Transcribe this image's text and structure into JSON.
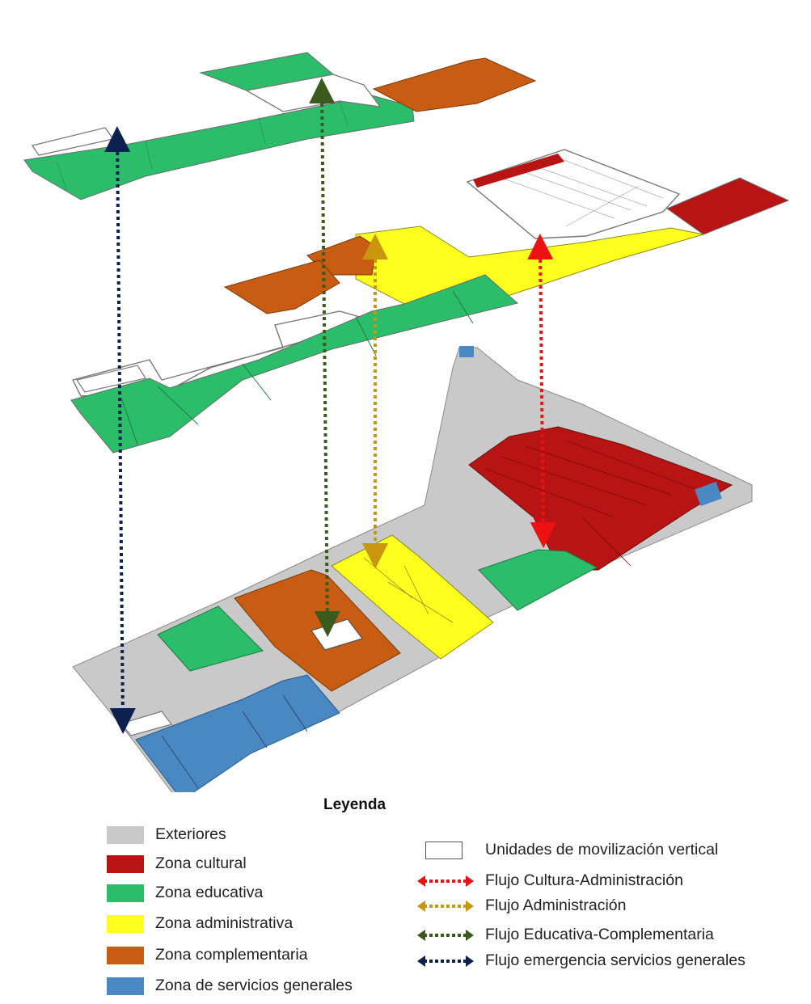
{
  "legend": {
    "title": "Leyenda",
    "zones": [
      {
        "label": "Exteriores",
        "color": "#c9c9c9"
      },
      {
        "label": "Zona cultural",
        "color": "#b81414"
      },
      {
        "label": "Zona educativa",
        "color": "#2bbd6a"
      },
      {
        "label": "Zona administrativa",
        "color": "#ffff1f"
      },
      {
        "label": "Zona complementaria",
        "color": "#c75c12"
      },
      {
        "label": "Zona de servicios generales",
        "color": "#4a88c4"
      }
    ],
    "vertical_units": {
      "label": "Unidades de movilización vertical"
    },
    "flows": [
      {
        "label": "Flujo Cultura-Administración",
        "color": "#ee1111"
      },
      {
        "label": "Flujo Administración",
        "color": "#c9960e"
      },
      {
        "label": "Flujo Educativa-Complementaria",
        "color": "#3a5a1e"
      },
      {
        "label": "Flujo emergencia servicios generales",
        "color": "#0d2150"
      }
    ]
  },
  "colors": {
    "exterior": "#c9c9c9",
    "cultural": "#b81414",
    "educativa": "#2bbd6a",
    "administrativa": "#ffff1f",
    "complementaria": "#c75c12",
    "servicios": "#4a88c4",
    "outline": "#7a7a7a"
  }
}
